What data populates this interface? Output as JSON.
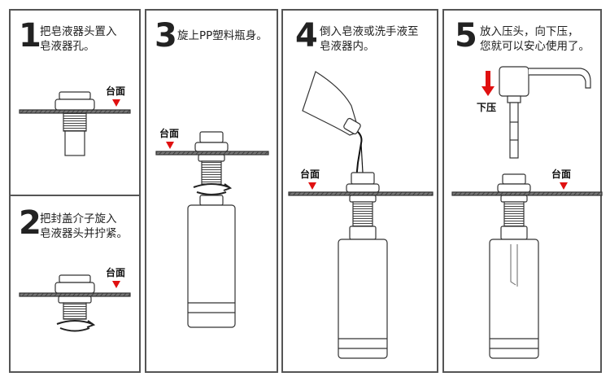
{
  "steps": [
    {
      "number": "1",
      "text": "把皂液器头置入\n皂液器孔。",
      "counter_label": "台面"
    },
    {
      "number": "2",
      "text": "把封盖介子旋入\n皂液器头并拧紧。",
      "counter_label": "台面"
    },
    {
      "number": "3",
      "text": "旋上PP塑料瓶身。",
      "counter_label": "台面"
    },
    {
      "number": "4",
      "text": "倒入皂液或洗手液至\n皂液器内。",
      "counter_label": "台面"
    },
    {
      "number": "5",
      "text": "放入压头，向下压，\n您就可以安心使用了。",
      "counter_label": "台面",
      "press_label": "下压"
    }
  ],
  "colors": {
    "accent": "#e01010",
    "line": "#333333",
    "counter": "#555555"
  }
}
